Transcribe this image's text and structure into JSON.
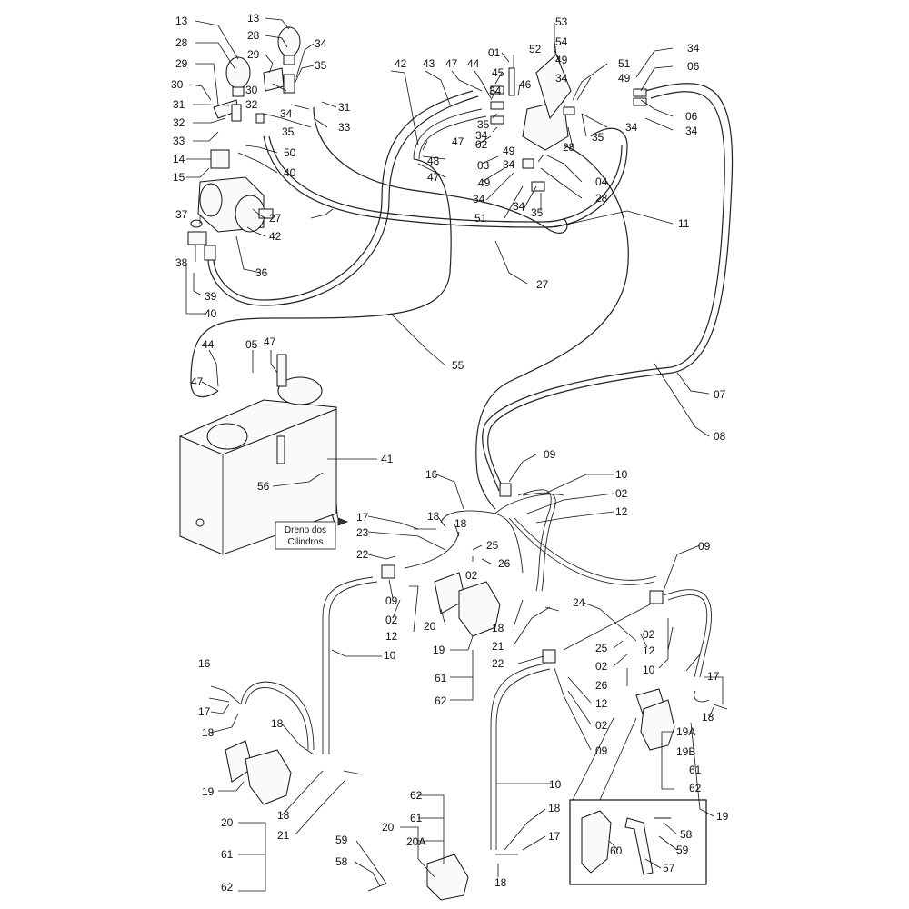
{
  "callouts": {
    "a_13": "13",
    "b_13": "13",
    "a_28": "28",
    "b_28": "28",
    "a_29": "29",
    "b_29": "29",
    "a_34": "34",
    "b_34": "34",
    "a_35": "35",
    "a_30": "30",
    "b_30": "30",
    "a_31": "31",
    "b_31": "31",
    "a_32": "32",
    "b_32": "32",
    "c_34": "34",
    "a_33": "33",
    "b_33": "33",
    "c_35": "35",
    "a_50": "50",
    "a_14": "14",
    "a_15": "15",
    "a_40": "40",
    "a_27": "27",
    "a_42": "42",
    "a_37": "37",
    "a_38": "38",
    "a_36": "36",
    "a_39": "39",
    "b_40": "40",
    "b_42": "42",
    "a_43": "43",
    "a_47": "47",
    "a_44": "44",
    "a_01": "01",
    "a_53": "53",
    "a_52": "52",
    "a_54": "54",
    "a_45": "45",
    "a_46": "46",
    "a_49": "49",
    "d_34": "34",
    "a_51": "51",
    "e_34": "34",
    "f_34": "34",
    "a_06": "06",
    "b_06": "06",
    "b_49": "49",
    "g_34": "34",
    "d_35": "35",
    "b_47": "47",
    "a_48": "48",
    "c_47": "47",
    "h_34": "34",
    "a_02": "02",
    "c_49": "49",
    "a_03": "03",
    "i_34": "34",
    "d_49": "49",
    "j_34": "34",
    "a_28c": "28",
    "e_35": "35",
    "k_34": "34",
    "b_51": "51",
    "a_04": "04",
    "l_34": "34",
    "a_11": "11",
    "b_27": "27",
    "a_55": "55",
    "a_44b": "44",
    "a_05": "05",
    "d_47": "47",
    "e_47": "47",
    "a_41": "41",
    "a_56": "56",
    "a_07": "07",
    "a_08": "08",
    "drain_line1": "Dreno dos",
    "drain_line2": "Cilindros",
    "a_09": "09",
    "a_16": "16",
    "a_10": "10",
    "b_02": "02",
    "a_12": "12",
    "a_17": "17",
    "a_18": "18",
    "b_18": "18",
    "a_23": "23",
    "a_25": "25",
    "c_02": "02",
    "a_26": "26",
    "a_22": "22",
    "c_09": "09",
    "d_02": "02",
    "b_12": "12",
    "a_20": "20",
    "c_18": "18",
    "a_19": "19",
    "a_21": "21",
    "a_61": "61",
    "a_62": "62",
    "b_10": "10",
    "d_09": "09",
    "a_24": "24",
    "e_02": "02",
    "c_12": "12",
    "b_25": "25",
    "f_02": "02",
    "b_26": "26",
    "b_22": "22",
    "d_12": "12",
    "g_02": "02",
    "e_09": "09",
    "c_10": "10",
    "b_17": "17",
    "d_18": "18",
    "a_19A": "19A",
    "a_19B": "19B",
    "b_61": "61",
    "b_62": "62",
    "b_19": "19",
    "b_16": "16",
    "c_17": "17",
    "e_18": "18",
    "c_19": "19",
    "f_18": "18",
    "g_18": "18",
    "b_20": "20",
    "b_21": "21",
    "c_61": "61",
    "c_62": "62",
    "d_10": "10",
    "d_62": "62",
    "d_61": "61",
    "c_20": "20",
    "a_20A": "20A",
    "a_59": "59",
    "a_58": "58",
    "h_18": "18",
    "d_17": "17",
    "i_18": "18",
    "a_60": "60",
    "b_58": "58",
    "b_59": "59",
    "a_57": "57"
  }
}
